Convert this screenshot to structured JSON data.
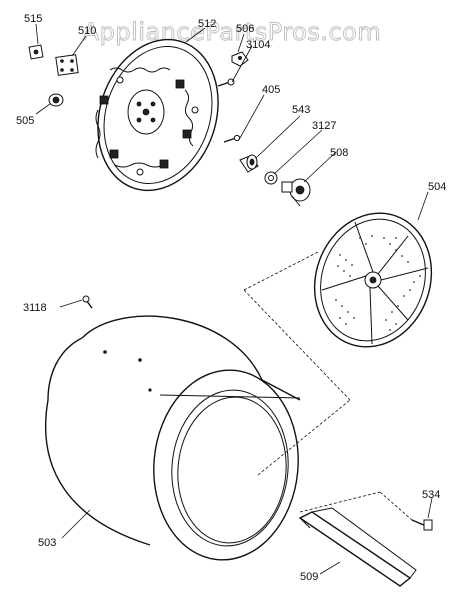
{
  "watermark": "AppliancePartsPros.com",
  "callouts": {
    "c515": "515",
    "c510": "510",
    "c512": "512",
    "c506": "506",
    "c3104": "3104",
    "c505": "505",
    "c405": "405",
    "c543": "543",
    "c3127": "3127",
    "c508": "508",
    "c504": "504",
    "c3118": "3118",
    "c503": "503",
    "c534": "534",
    "c509": "509"
  }
}
